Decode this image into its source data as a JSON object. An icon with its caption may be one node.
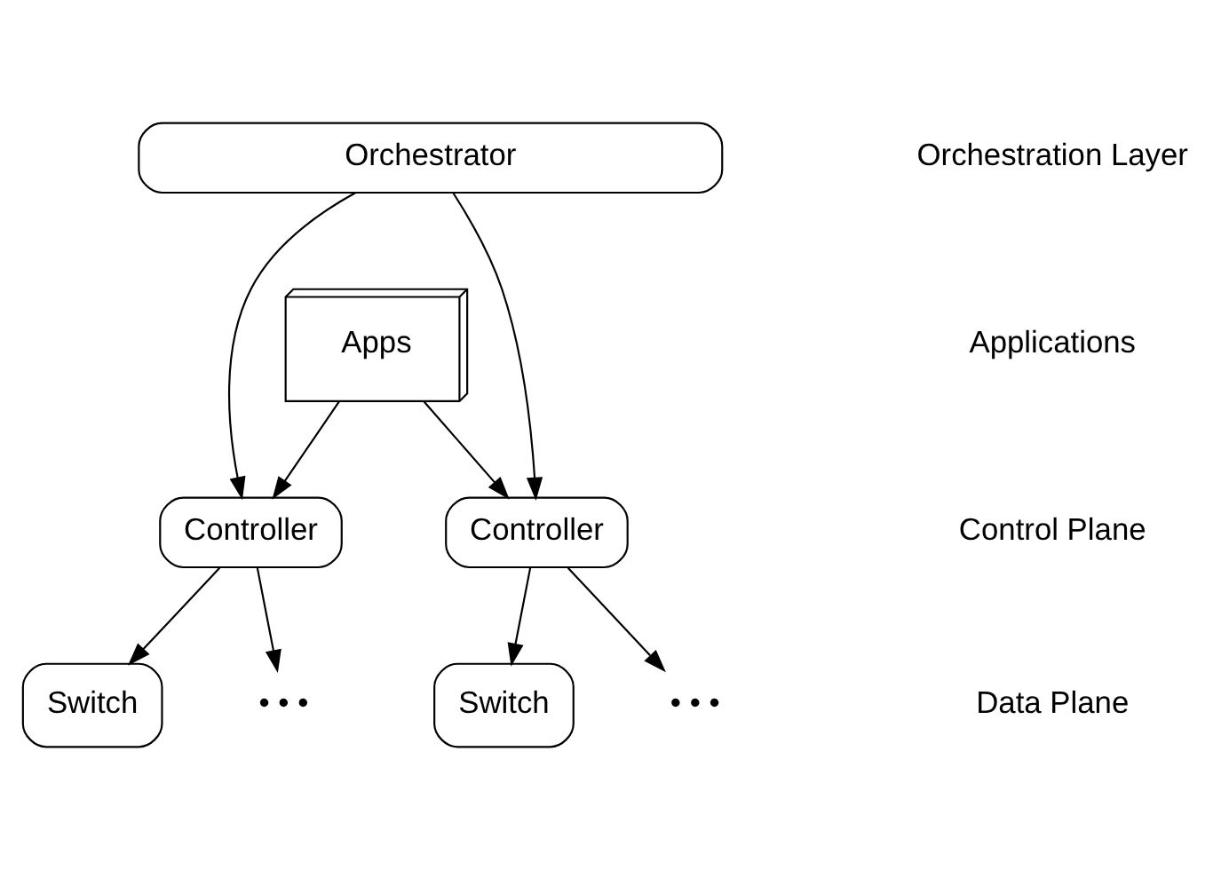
{
  "diagram": {
    "nodes": [
      {
        "text": [
          "Orchestrator"
        ]
      },
      {
        "text": [
          "Apps"
        ]
      },
      {
        "text": [
          "Controller"
        ]
      },
      {
        "text": [
          "Controller"
        ]
      },
      {
        "text": [
          "Switch"
        ]
      },
      {
        "text": [
          "• • •"
        ]
      },
      {
        "text": [
          "Switch"
        ]
      },
      {
        "text": [
          "• • •"
        ]
      }
    ],
    "edges": [
      {
        "from": 0,
        "to": 2,
        "arrow": "to"
      },
      {
        "from": 0,
        "to": 3,
        "arrow": "to"
      },
      {
        "from": 1,
        "to": 2,
        "arrow": "to"
      },
      {
        "from": 1,
        "to": 3,
        "arrow": "to"
      },
      {
        "from": 2,
        "to": 4,
        "arrow": "to"
      },
      {
        "from": 2,
        "to": 5,
        "arrow": "to"
      },
      {
        "from": 3,
        "to": 6,
        "arrow": "to"
      },
      {
        "from": 3,
        "to": 7,
        "arrow": "to"
      }
    ],
    "labels": [
      "Orchestration Layer",
      "Applications",
      "Control Plane",
      "Data Plane"
    ]
  }
}
